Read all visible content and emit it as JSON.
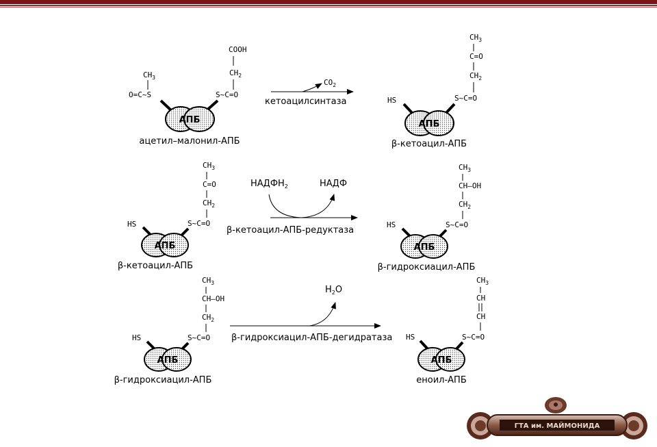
{
  "enzyme_label": "АПБ",
  "reactions": [
    {
      "substrate_name": "ацетил–малонил-АПБ",
      "substrate_left_group": "O=C~S",
      "substrate_left_ch3": "CH",
      "substrate_cooh": "COOH",
      "substrate_ch2": "CH",
      "substrate_sc": "S~C=O",
      "enzyme": "кетоацилсинтаза",
      "byproduct": "CO",
      "product_name": "β-кетоацил-АПБ",
      "product_hs": "HS",
      "product_ch3": "CH",
      "product_co": "C=O",
      "product_ch2": "CH",
      "product_sc": "S~C=O"
    },
    {
      "substrate_name": "β-кетоацил-АПБ",
      "substrate_hs": "HS",
      "substrate_ch3": "CH",
      "substrate_co": "C=O",
      "substrate_ch2": "CH",
      "substrate_sc": "S~C=O",
      "cofactor_in": "НАДФН",
      "cofactor_out": "НАДФ",
      "enzyme": "β-кетоацил-АПБ-редуктаза",
      "product_name": "β-гидроксиацил-АПБ",
      "product_hs": "HS",
      "product_ch3": "CH",
      "product_choh": "CH–OH",
      "product_ch2": "CH",
      "product_sc": "S~C=O"
    },
    {
      "substrate_name": "β-гидроксиацил-АПБ",
      "substrate_hs": "HS",
      "substrate_ch3": "CH",
      "substrate_choh": "CH–OH",
      "substrate_ch2": "CH",
      "substrate_sc": "S~C=O",
      "byproduct": "H",
      "byproduct_o": "O",
      "enzyme": "β-гидроксиацил-АПБ-дегидратаза",
      "product_name": "еноил-АПБ",
      "product_hs": "HS",
      "product_ch3": "CH",
      "product_ch_a": "CH",
      "product_ch_b": "CH",
      "product_sc": "S~C=O"
    }
  ],
  "subscripts": {
    "three": "3",
    "two": "2"
  },
  "logo_text": "ГТА им. МАЙМОНИДА",
  "colors": {
    "top_bar": "#7a1518",
    "logo_frame": "#6b3a2a"
  }
}
